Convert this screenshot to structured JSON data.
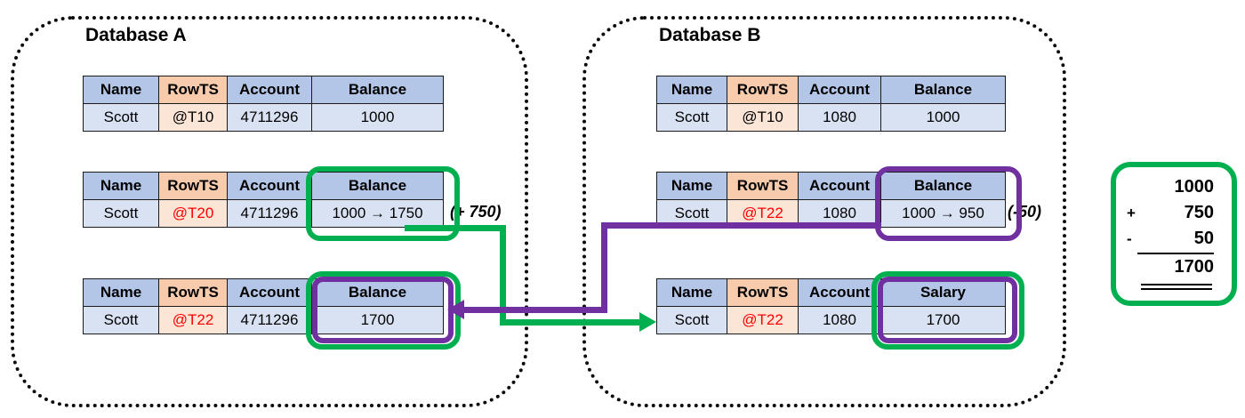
{
  "databases": [
    {
      "title": "Database A",
      "tables": [
        {
          "headers": [
            "Name",
            "RowTS",
            "Account",
            "Balance"
          ],
          "row": [
            "Scott",
            "@T10",
            "4711296",
            "1000"
          ],
          "annotation": ""
        },
        {
          "headers": [
            "Name",
            "RowTS",
            "Account",
            "Balance"
          ],
          "row": [
            "Scott",
            "@T20",
            "4711296",
            "1000 → 1750"
          ],
          "annotation": "(+ 750)",
          "highlight": "green"
        },
        {
          "headers": [
            "Name",
            "RowTS",
            "Account",
            "Balance"
          ],
          "row": [
            "Scott",
            "@T22",
            "4711296",
            "1700"
          ],
          "annotation": "",
          "highlight": "green-outer-purple-inner"
        }
      ]
    },
    {
      "title": "Database B",
      "tables": [
        {
          "headers": [
            "Name",
            "RowTS",
            "Account",
            "Balance"
          ],
          "row": [
            "Scott",
            "@T10",
            "1080",
            "1000"
          ],
          "annotation": ""
        },
        {
          "headers": [
            "Name",
            "RowTS",
            "Account",
            "Balance"
          ],
          "row": [
            "Scott",
            "@T22",
            "1080",
            "1000 → 950"
          ],
          "annotation": "(-50)",
          "highlight": "purple"
        },
        {
          "headers": [
            "Name",
            "RowTS",
            "Account",
            "Salary"
          ],
          "row": [
            "Scott",
            "@T22",
            "1080",
            "1700"
          ],
          "annotation": "",
          "highlight": "green-outer-purple-inner"
        }
      ]
    }
  ],
  "connectors": [
    {
      "name": "green-arrow",
      "color": "#00B050",
      "from": "database-a-table-2-balance",
      "to": "database-b-table-3-row"
    },
    {
      "name": "purple-arrow",
      "color": "#7030A0",
      "from": "database-b-table-2-balance",
      "to": "database-a-table-3-balance"
    }
  ],
  "calculation": {
    "rows": [
      {
        "op": "",
        "value": "1000"
      },
      {
        "op": "+",
        "value": "750"
      },
      {
        "op": "-",
        "value": "50"
      },
      {
        "op": "",
        "value": "1700"
      }
    ]
  },
  "colors": {
    "header_blue": "#B4C6E7",
    "row_blue": "#D9E2F3",
    "header_orange": "#F8CBAD",
    "row_orange": "#FBE5D6",
    "highlight_green": "#00B050",
    "highlight_purple": "#7030A0",
    "timestamp_red": "#FF0000"
  }
}
